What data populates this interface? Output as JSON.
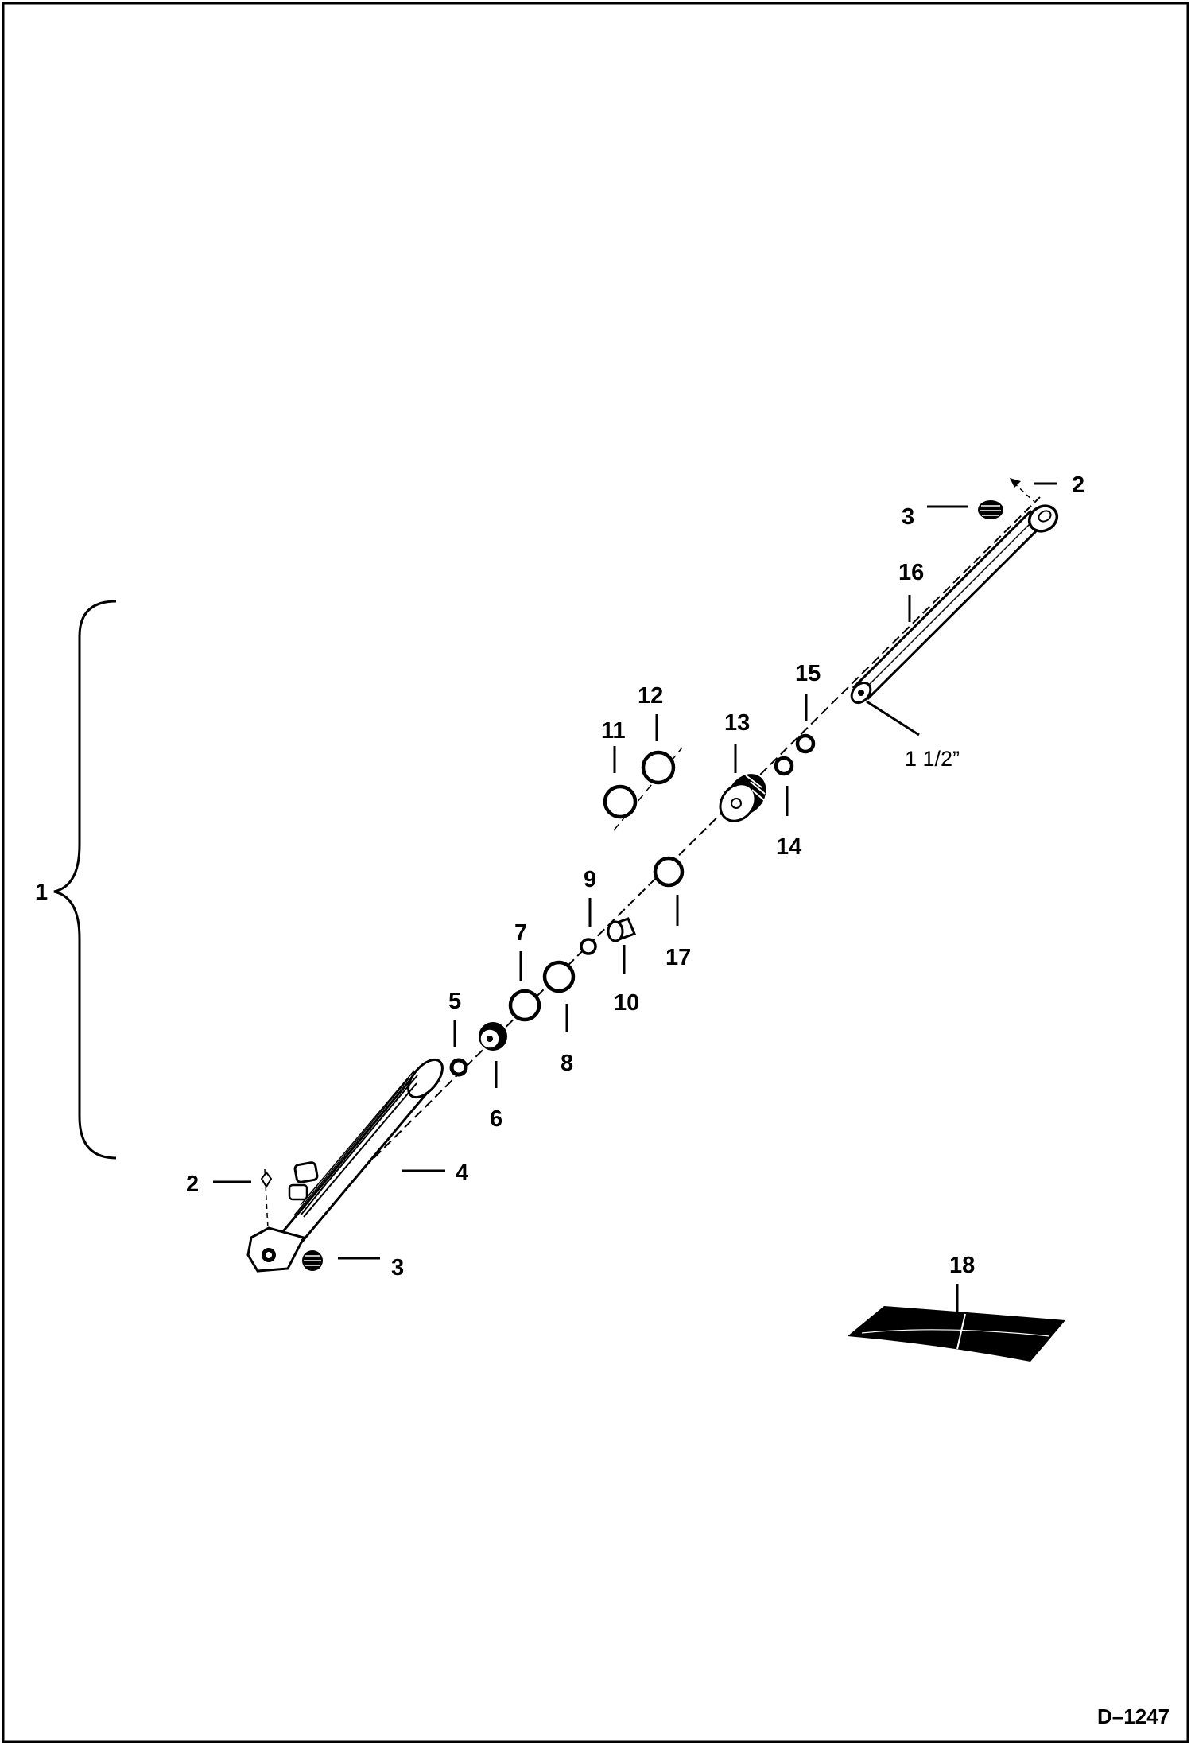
{
  "diagram": {
    "drawing_number": "D–1247",
    "dimension_note": "1 1/2”",
    "callouts": {
      "c1": "1",
      "c2a": "2",
      "c2b": "2",
      "c3a": "3",
      "c3b": "3",
      "c4": "4",
      "c5": "5",
      "c6": "6",
      "c7": "7",
      "c8": "8",
      "c9": "9",
      "c10": "10",
      "c11": "11",
      "c12": "12",
      "c13": "13",
      "c14": "14",
      "c15": "15",
      "c16": "16",
      "c17": "17",
      "c18": "18"
    },
    "colors": {
      "ink": "#000000",
      "paper": "#ffffff"
    }
  }
}
